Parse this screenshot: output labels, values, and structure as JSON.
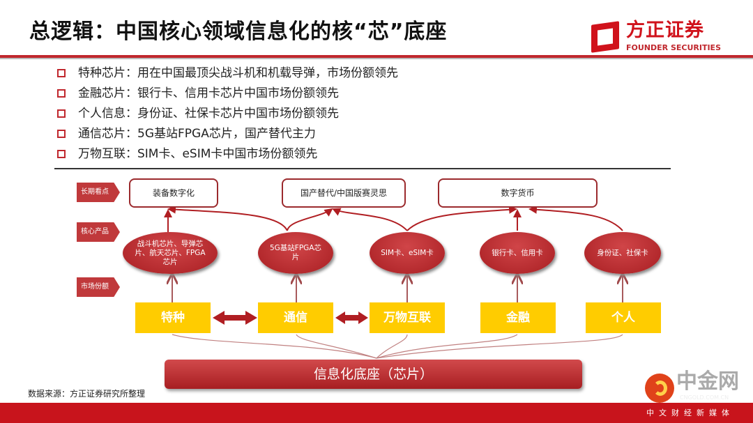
{
  "header": {
    "title": "总逻辑：中国核心领域信息化的核“芯”底座",
    "logo_cn": "方正证券",
    "logo_en": "FOUNDER SECURITIES"
  },
  "bullets": [
    "特种芯片：用在中国最顶尖战斗机和机载导弹，市场份额领先",
    "金融芯片：银行卡、信用卡芯片中国市场份额领先",
    "个人信息：身份证、社保卡芯片中国市场份额领先",
    "通信芯片：5G基站FPGA芯片，国产替代主力",
    "万物互联：SIM卡、eSIM卡中国市场份额领先"
  ],
  "diagram": {
    "row_labels": [
      "长期看点",
      "核心产品",
      "市场份额"
    ],
    "outlooks": [
      "装备数字化",
      "国产替代/中国版赛灵思",
      "数字货币"
    ],
    "products": [
      "战斗机芯片、导弹芯片、航天芯片、FPGA芯片",
      "5G基站FPGA芯片",
      "SIM卡、eSIM卡",
      "银行卡、信用卡",
      "身份证、社保卡"
    ],
    "sectors": [
      "特种",
      "通信",
      "万物互联",
      "金融",
      "个人"
    ],
    "base": "信息化底座（芯片）"
  },
  "source": "数据来源：方正证券研究所整理",
  "watermark": {
    "cn": "中金网",
    "en": "CNGOLD.COM.CN",
    "sub": "中文财经新媒体"
  },
  "colors": {
    "accent": "#c0272d",
    "yellow": "#ffcc00"
  }
}
